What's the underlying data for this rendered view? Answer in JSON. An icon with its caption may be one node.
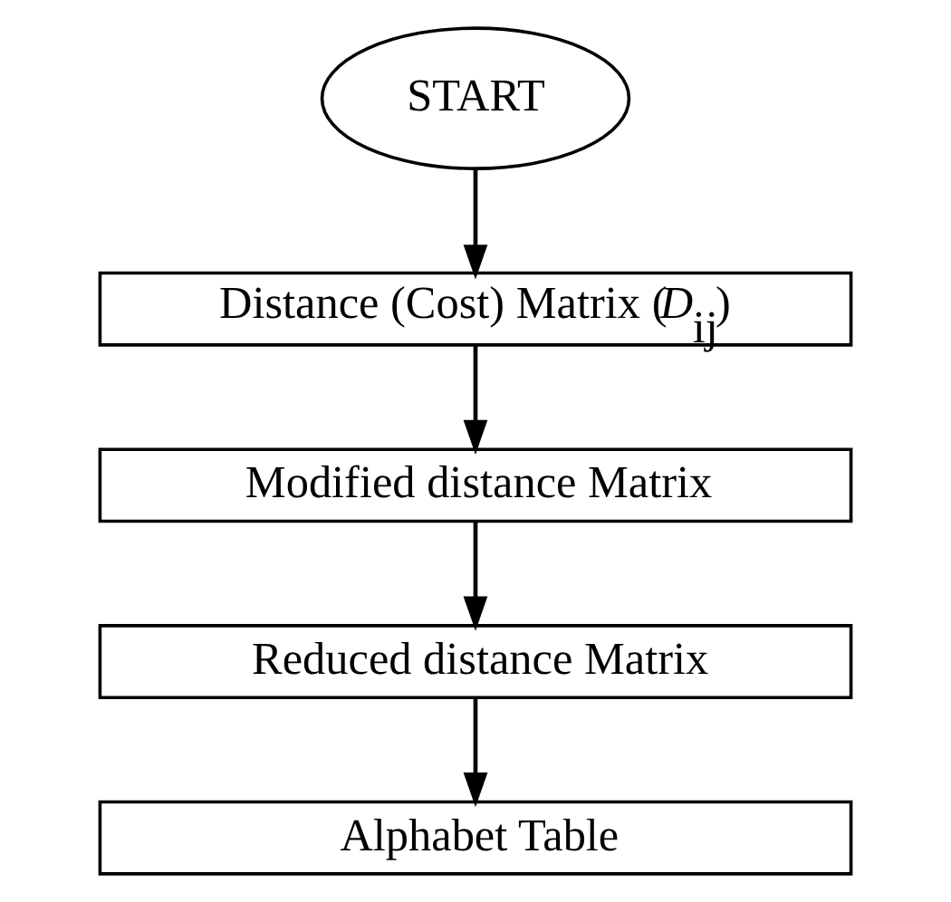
{
  "diagram": {
    "nodes": [
      {
        "text": [
          "START"
        ]
      },
      {
        "text": [
          "Distance (Cost) Matrix (*D*$_{ij}$)"
        ]
      },
      {
        "text": [
          "Modified distance Matrix"
        ]
      },
      {
        "text": [
          "Reduced distance Matrix"
        ]
      },
      {
        "text": [
          "Alphabet Table"
        ]
      }
    ],
    "edges": [
      {
        "from": 0,
        "to": 1,
        "arrow": "to"
      },
      {
        "from": 1,
        "to": 2,
        "arrow": "to"
      },
      {
        "from": 2,
        "to": 3,
        "arrow": "to"
      },
      {
        "from": 3,
        "to": 4,
        "arrow": "to"
      }
    ]
  }
}
